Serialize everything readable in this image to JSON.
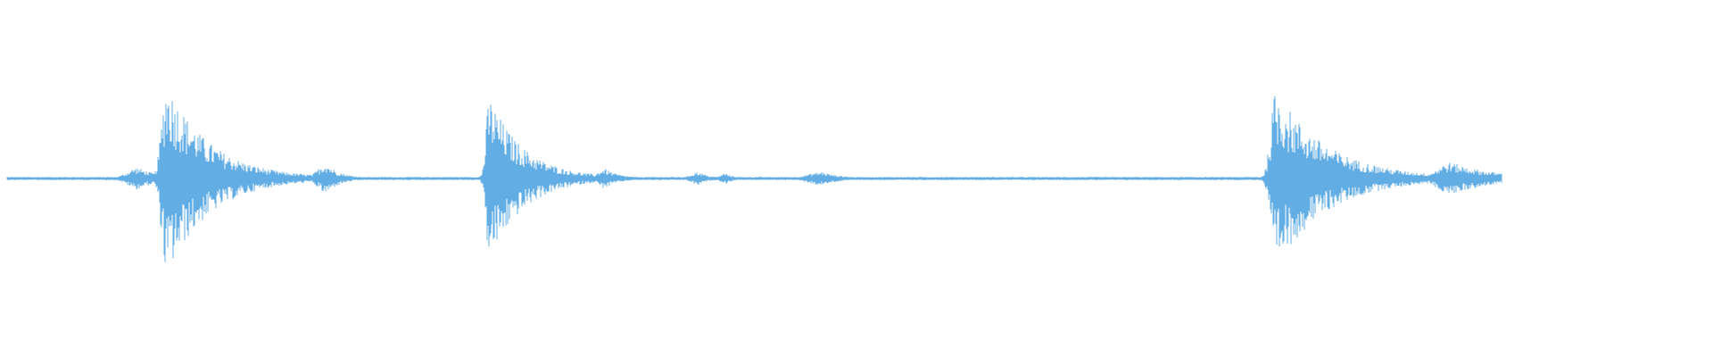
{
  "waveform": {
    "color": "#62ade3",
    "background": "#ffffff",
    "duration_fraction": 0.88,
    "events": [
      {
        "center": 0.077,
        "peak": 0.1,
        "attack": 0.006,
        "decay": 0.012
      },
      {
        "center": 0.094,
        "peak": 0.92,
        "attack": 0.003,
        "decay": 0.025
      },
      {
        "center": 0.188,
        "peak": 0.14,
        "attack": 0.005,
        "decay": 0.008
      },
      {
        "center": 0.284,
        "peak": 0.78,
        "attack": 0.002,
        "decay": 0.02
      },
      {
        "center": 0.352,
        "peak": 0.09,
        "attack": 0.004,
        "decay": 0.008
      },
      {
        "center": 0.407,
        "peak": 0.06,
        "attack": 0.004,
        "decay": 0.006
      },
      {
        "center": 0.423,
        "peak": 0.045,
        "attack": 0.003,
        "decay": 0.005
      },
      {
        "center": 0.48,
        "peak": 0.06,
        "attack": 0.008,
        "decay": 0.01
      },
      {
        "center": 0.747,
        "peak": 0.84,
        "attack": 0.003,
        "decay": 0.03
      },
      {
        "center": 0.85,
        "peak": 0.15,
        "attack": 0.008,
        "decay": 0.025
      }
    ],
    "floor": 0.01
  }
}
